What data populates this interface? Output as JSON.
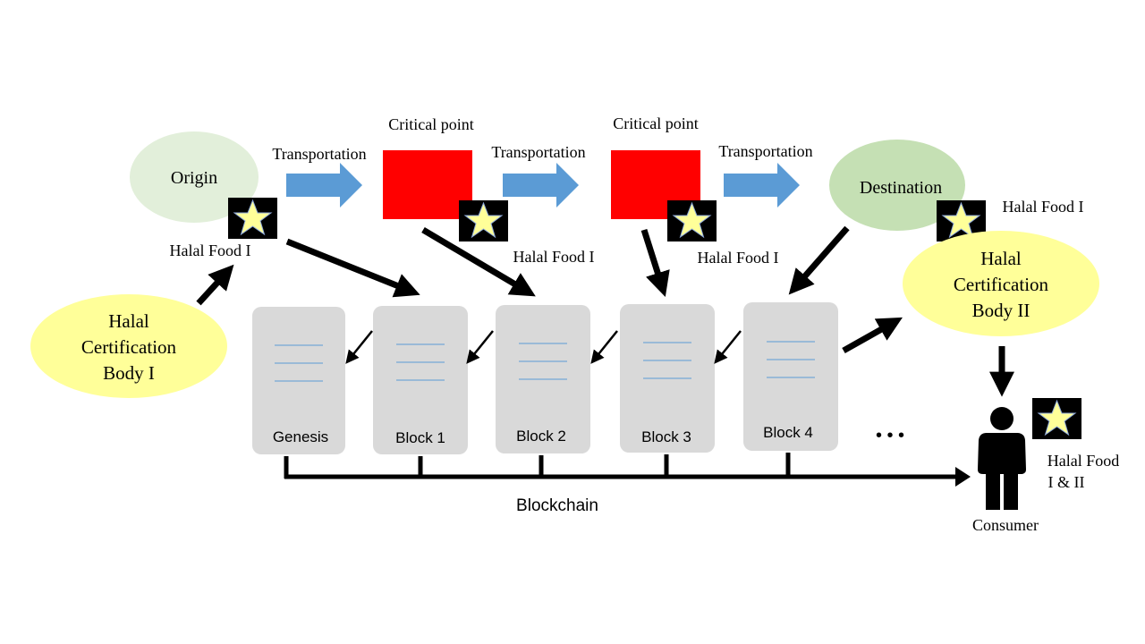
{
  "origin": {
    "label": "Origin"
  },
  "destination": {
    "label": "Destination"
  },
  "transport": {
    "label_1": "Transportation",
    "label_2": "Transportation",
    "label_3": "Transportation"
  },
  "critical_points": {
    "label_1": "Critical point",
    "label_2": "Critical point"
  },
  "certification_body_1": {
    "line_1": "Halal",
    "line_2": "Certification",
    "line_3": "Body I"
  },
  "certification_body_2": {
    "line_1": "Halal",
    "line_2": "Certification",
    "line_3": "Body II"
  },
  "halal_labels": {
    "origin": "Halal Food I",
    "critical_1": "Halal Food I",
    "critical_2": "Halal Food I",
    "destination": "Halal Food I",
    "consumer_line_1": "Halal Food",
    "consumer_line_2": "I & II"
  },
  "blocks": [
    "Genesis",
    "Block 1",
    "Block 2",
    "Block 3",
    "Block 4"
  ],
  "ellipsis": "• • •",
  "blockchain_label": "Blockchain",
  "consumer_label": "Consumer",
  "colors": {
    "origin_fill": "#e2efda",
    "destination_fill": "#c5e0b4",
    "certification_fill": "#ffff99",
    "critical_fill": "#ff0000",
    "transport_arrow": "#5b9bd5",
    "block_fill": "#d9d9d9",
    "block_lines": "#5b9bd5",
    "star_fill": "#ffff99",
    "badge_fill": "#000000"
  }
}
